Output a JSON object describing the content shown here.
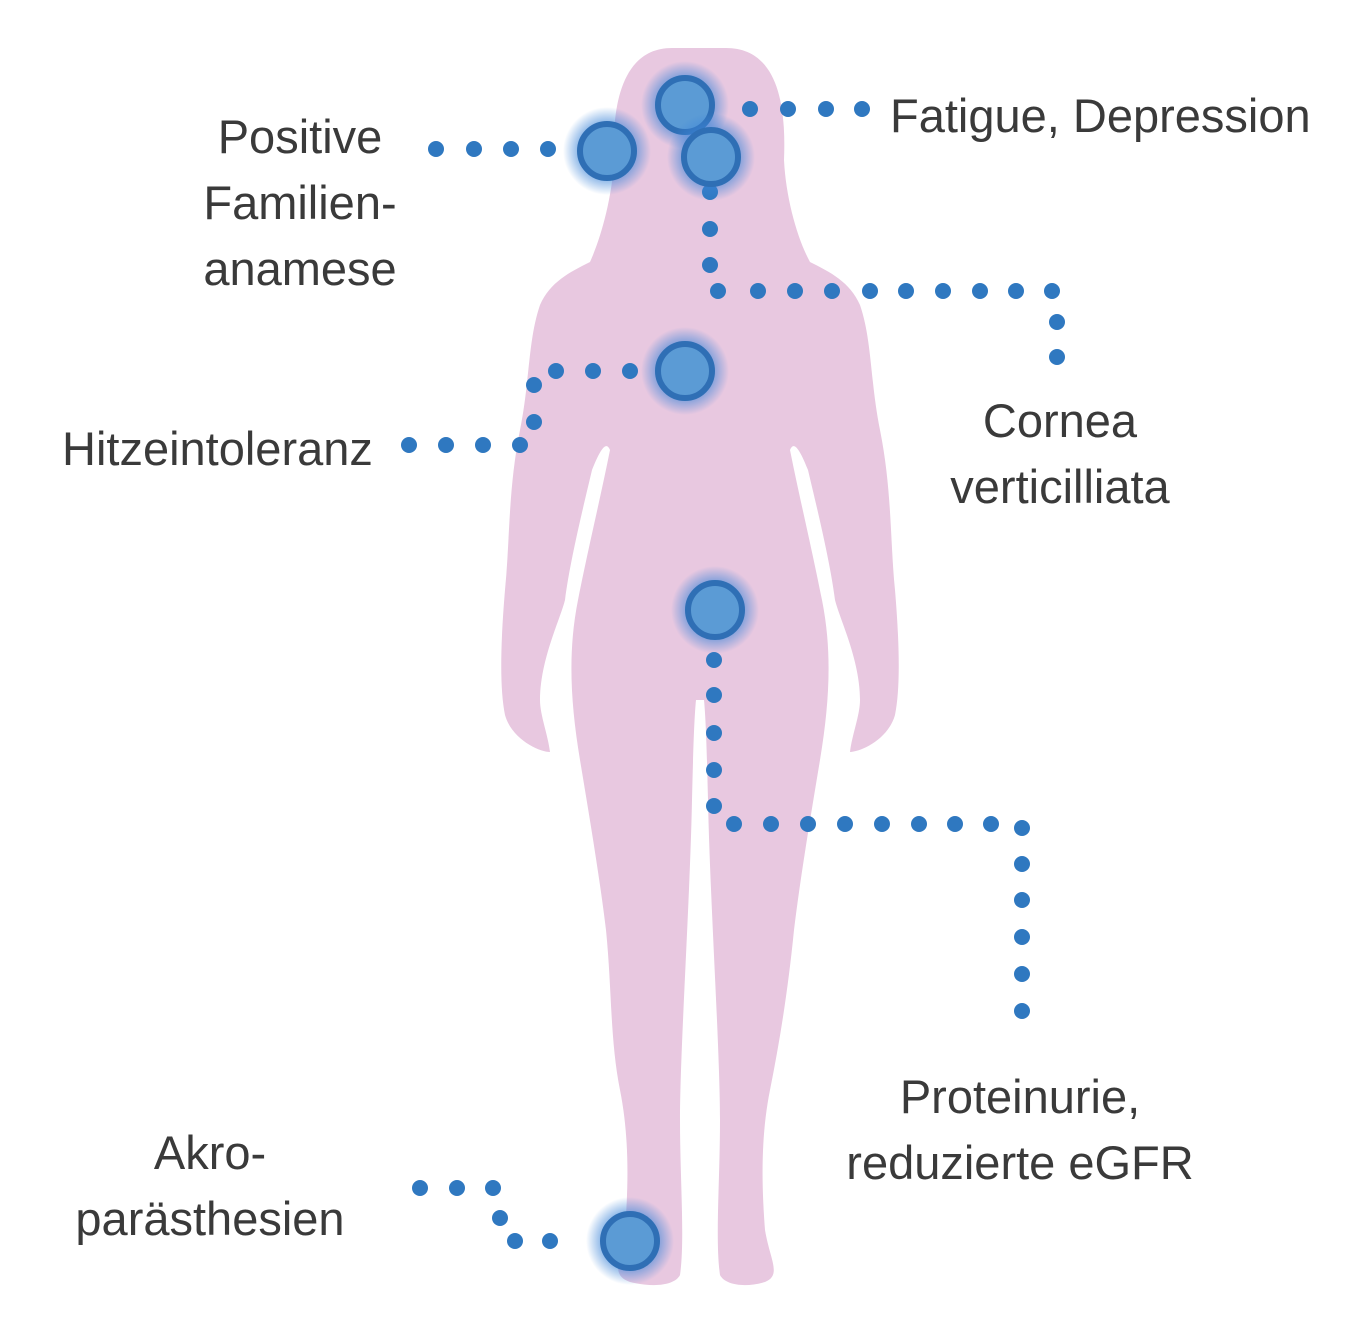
{
  "figure": {
    "colors": {
      "body": "#e8c8e0",
      "marker": "#5b9bd5",
      "marker_ring": "#2f6fb5",
      "marker_glow": "#3d85d8",
      "dots": "#2f78c0",
      "text": "#3a3a3a"
    },
    "labels": {
      "family_history": [
        "Positive",
        "Familien-",
        "anamese"
      ],
      "fatigue": [
        "Fatigue, Depression"
      ],
      "cornea": [
        "Cornea",
        "verticilliata"
      ],
      "heat": [
        "Hitzeintoleranz"
      ],
      "kidney": [
        "Proteinurie,",
        "reduzierte eGFR"
      ],
      "acro": [
        "Akro-",
        "parästhesien"
      ]
    }
  }
}
